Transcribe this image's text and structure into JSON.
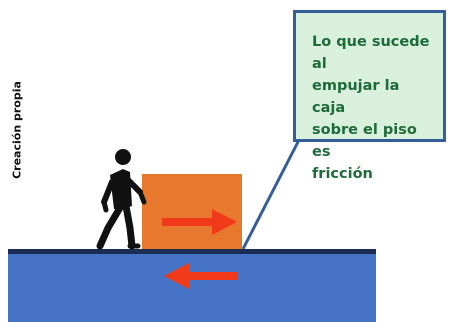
{
  "credit": "Creación propia",
  "callout": {
    "line1": "Lo que sucede al",
    "line2": "empujar la caja",
    "line3": "sobre el piso es",
    "line4": "fricción"
  },
  "colors": {
    "floor": "#4773c6",
    "floor_edge": "#1b2d55",
    "box": "#e9782f",
    "arrow": "#f03a1a",
    "callout_bg": "#d8f0dc",
    "callout_border": "#355e98",
    "callout_text": "#1d6b39",
    "person": "#111111"
  },
  "icons": {
    "person": "walking-person-icon",
    "push_arrow": "arrow-right-icon",
    "friction_arrow": "arrow-left-icon"
  }
}
